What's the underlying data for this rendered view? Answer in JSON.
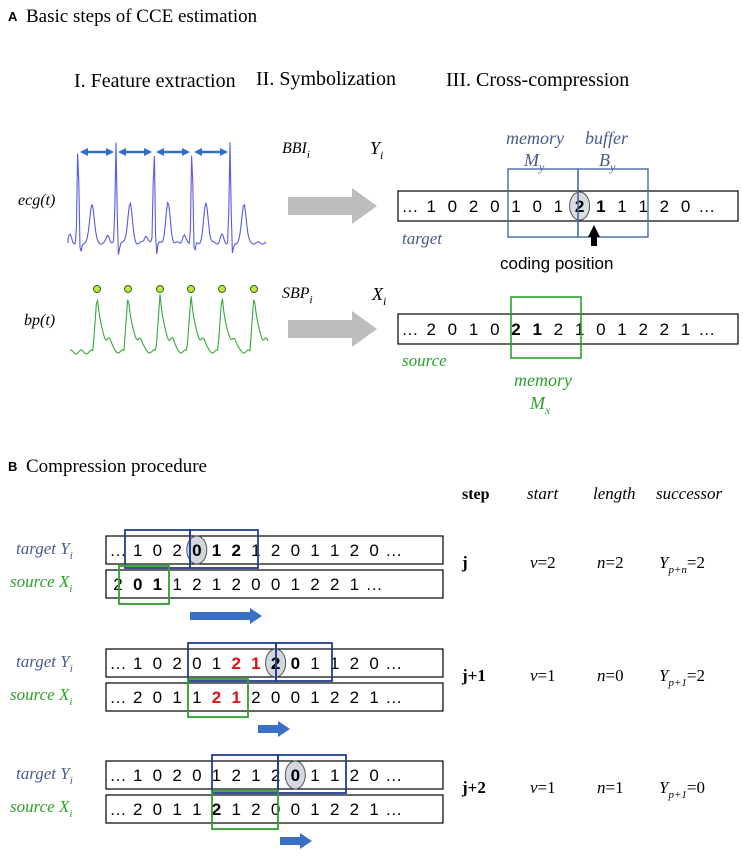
{
  "colors": {
    "ecg": "#5a5ae6",
    "bp": "#3aa83a",
    "marker": "#2f6fc4",
    "target_text": "#4a5a8a",
    "source_text": "#2ca02c",
    "memory_y_box": "#4a6aa8",
    "memory_x_box": "#2ca02c",
    "step_box_blue": "#1f3f8f",
    "highlight_red": "#e01010",
    "arrow_blue": "#3a6fc8",
    "arrow_gray": "#bdbdbd"
  },
  "panelA": {
    "letter": "A",
    "title": "Basic steps of CCE estimation",
    "headers": [
      "I. Feature extraction",
      "II. Symbolization",
      "III. Cross-compression"
    ],
    "ecg_label": "ecg(t)",
    "bp_label": "bp(t)",
    "bbi_label": {
      "base": "BBI",
      "sub": "i"
    },
    "sbp_label": {
      "base": "SBP",
      "sub": "i"
    },
    "y_label": {
      "base": "Y",
      "sub": "i"
    },
    "x_label": {
      "base": "X",
      "sub": "i"
    },
    "target_word": "target",
    "source_word": "source",
    "memory_word": "memory",
    "buffer_word": "buffer",
    "my_label": {
      "base": "M",
      "sub": "y"
    },
    "by_label": {
      "base": "B",
      "sub": "y"
    },
    "mx_label": {
      "base": "M",
      "sub": "x"
    },
    "coding_position": "coding position",
    "y_sequence": [
      "…",
      "1",
      "0",
      "2",
      "0",
      "1",
      "0",
      "1",
      "2",
      "1",
      "1",
      "1",
      "2",
      "0",
      "…"
    ],
    "x_sequence": [
      "…",
      "2",
      "0",
      "1",
      "0",
      "2",
      "1",
      "2",
      "1",
      "0",
      "1",
      "2",
      "2",
      "1",
      "…"
    ]
  },
  "panelB": {
    "letter": "B",
    "title": "Compression procedure",
    "col_step": "step",
    "col_start": "start",
    "col_length": "length",
    "col_successor": "successor",
    "target_label": {
      "base": "target Y",
      "sub": "i"
    },
    "source_label": {
      "base": "source X",
      "sub": "i"
    },
    "rows": [
      {
        "target": [
          "…",
          "1",
          "0",
          "2",
          "0",
          "1",
          "2",
          "1",
          "2",
          "0",
          "1",
          "1",
          "2",
          "0",
          "…"
        ],
        "source": [
          "2",
          "0",
          "1",
          "1",
          "2",
          "1",
          "2",
          "0",
          "0",
          "1",
          "2",
          "2",
          "1",
          "…"
        ],
        "step": "j",
        "start": {
          "var": "v",
          "val": "=2"
        },
        "length": {
          "var": "n",
          "val": "=2"
        },
        "successor": {
          "base": "Y",
          "sub": "p+n",
          "val": "=2"
        }
      },
      {
        "target": [
          "…",
          "1",
          "0",
          "2",
          "0",
          "1",
          "2",
          "1",
          "2",
          "0",
          "1",
          "1",
          "2",
          "0",
          "…"
        ],
        "source": [
          "…",
          "2",
          "0",
          "1",
          "1",
          "2",
          "1",
          "2",
          "0",
          "0",
          "1",
          "2",
          "2",
          "1",
          "…"
        ],
        "step": "j+1",
        "start": {
          "var": "v",
          "val": "=1"
        },
        "length": {
          "var": "n",
          "val": "=0"
        },
        "successor": {
          "base": "Y",
          "sub": "p+1",
          "val": "=2"
        }
      },
      {
        "target": [
          "…",
          "1",
          "0",
          "2",
          "0",
          "1",
          "2",
          "1",
          "2",
          "0",
          "1",
          "1",
          "2",
          "0",
          "…"
        ],
        "source": [
          "…",
          "2",
          "0",
          "1",
          "1",
          "2",
          "1",
          "2",
          "0",
          "0",
          "1",
          "2",
          "2",
          "1",
          "…"
        ],
        "step": "j+2",
        "start": {
          "var": "v",
          "val": "=1"
        },
        "length": {
          "var": "n",
          "val": "=1"
        },
        "successor": {
          "base": "Y",
          "sub": "p+1",
          "val": "=0"
        }
      }
    ]
  }
}
